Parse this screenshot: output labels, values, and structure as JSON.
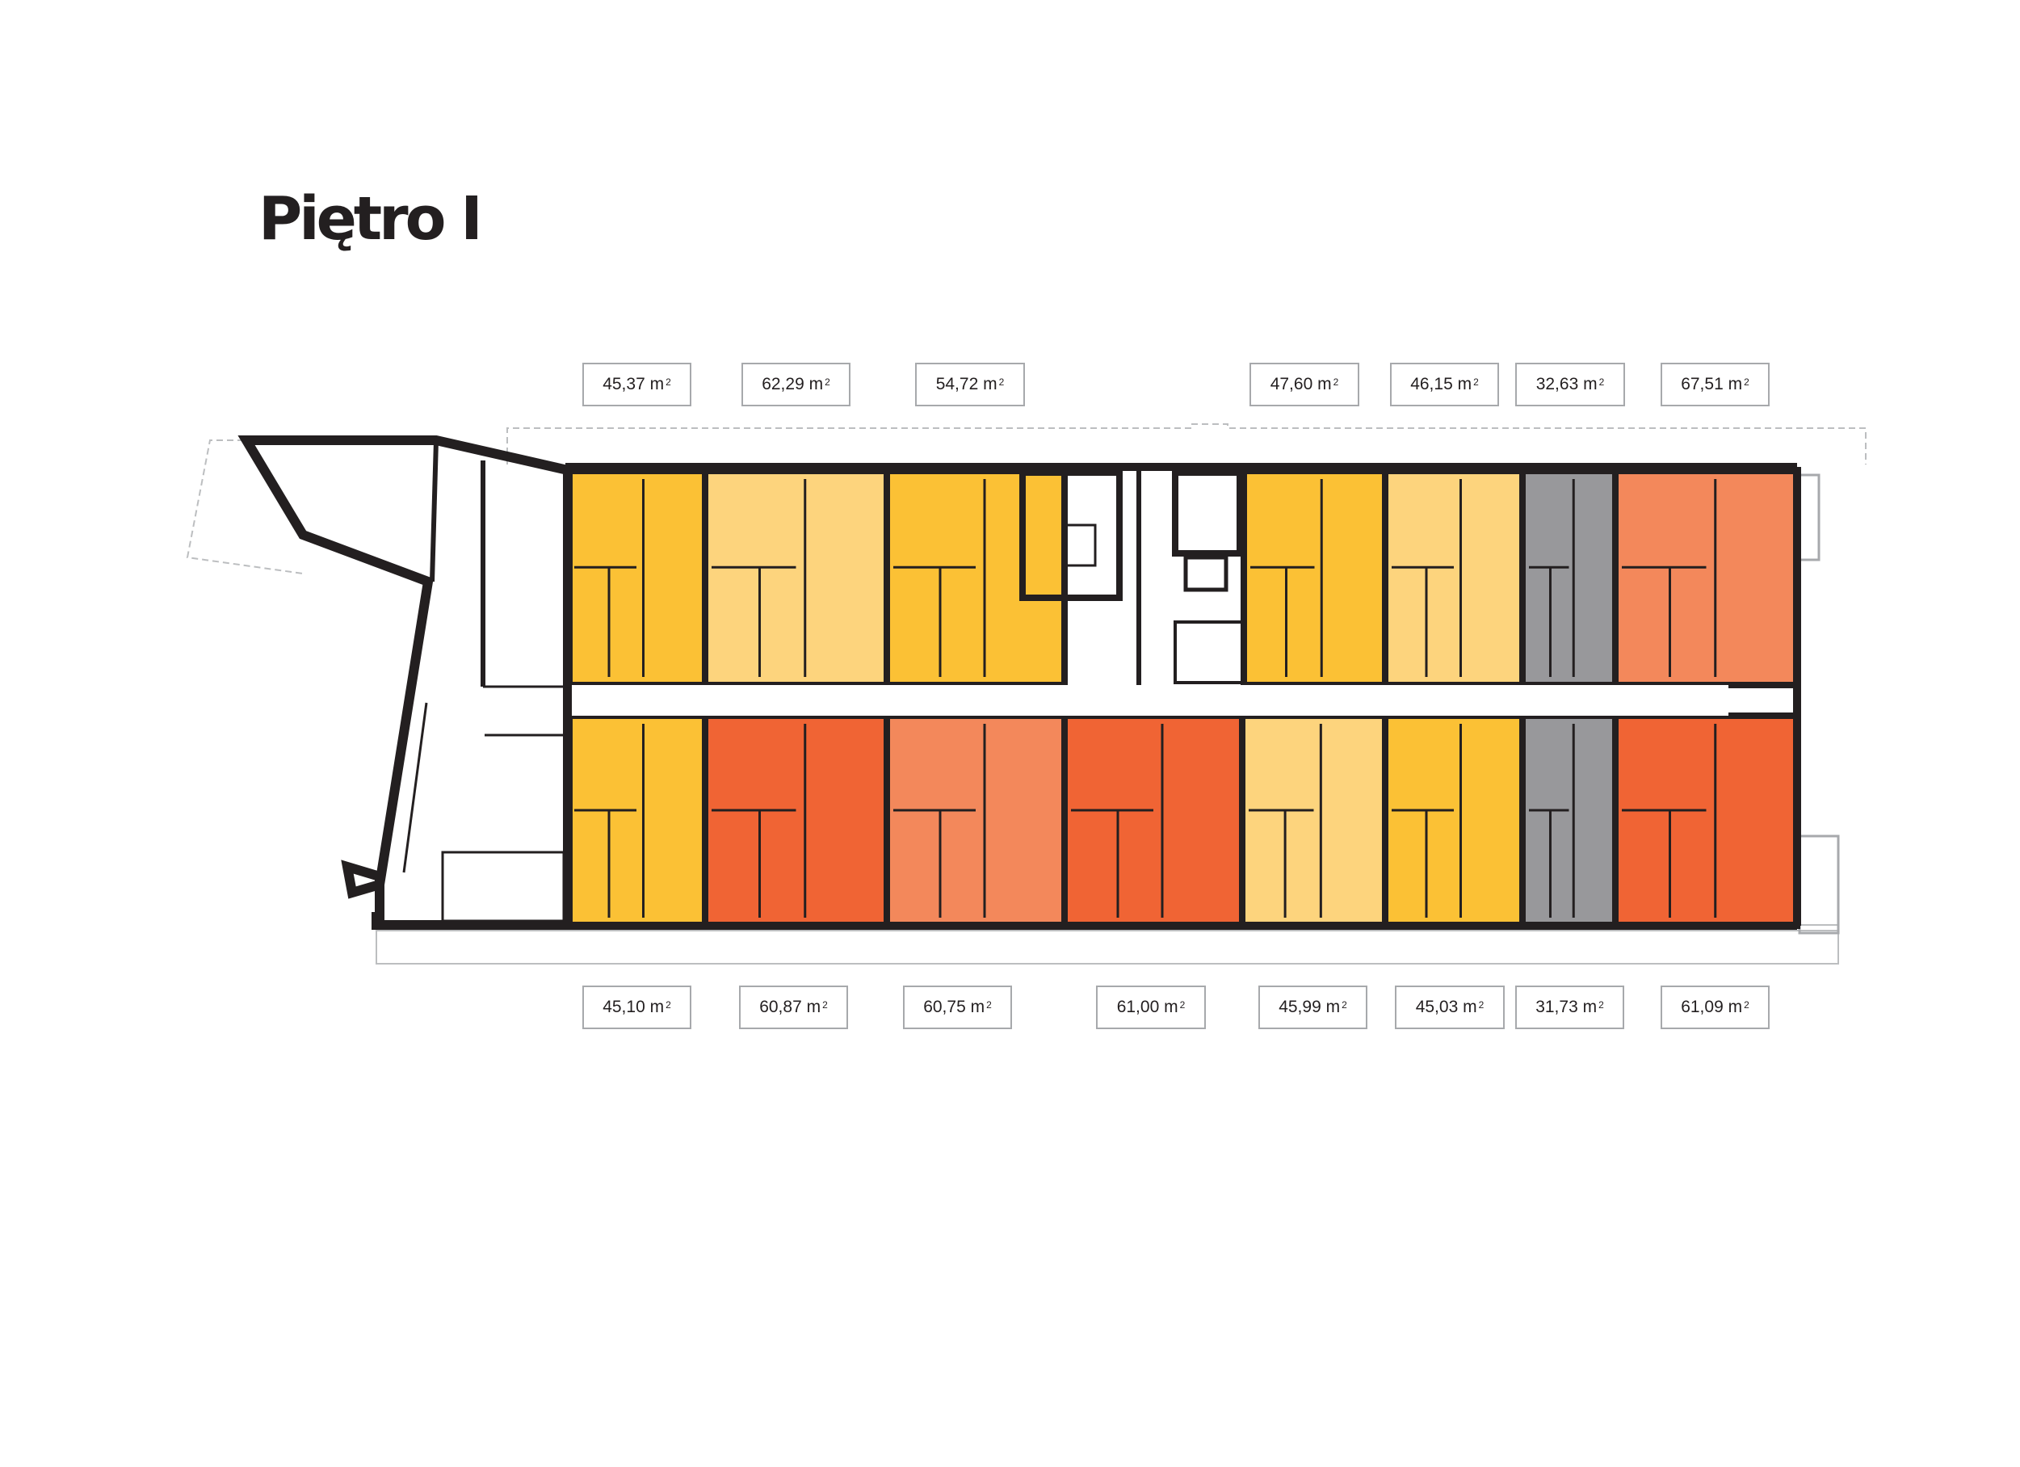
{
  "title": "Piętro I",
  "unit": "m",
  "unit_exponent": "2",
  "colors": {
    "yellow": "#fbc135",
    "light_yellow": "#fdd47d",
    "light_orange": "#f3885b",
    "dark_orange": "#f06434",
    "gray": "#98989b",
    "wall": "#231f20",
    "interior_line": "#231f20",
    "corridor": "#ffffff"
  },
  "top_row": [
    {
      "area": "45,37",
      "color": "yellow"
    },
    {
      "area": "62,29",
      "color": "light_yellow"
    },
    {
      "area": "54,72",
      "color": "yellow"
    },
    {
      "area": "47,60",
      "color": "yellow"
    },
    {
      "area": "46,15",
      "color": "light_yellow"
    },
    {
      "area": "32,63",
      "color": "gray"
    },
    {
      "area": "67,51",
      "color": "light_orange"
    }
  ],
  "bottom_row": [
    {
      "area": "45,10",
      "color": "yellow"
    },
    {
      "area": "60,87",
      "color": "dark_orange"
    },
    {
      "area": "60,75",
      "color": "light_orange"
    },
    {
      "area": "61,00",
      "color": "dark_orange"
    },
    {
      "area": "45,99",
      "color": "light_yellow"
    },
    {
      "area": "45,03",
      "color": "yellow"
    },
    {
      "area": "31,73",
      "color": "gray"
    },
    {
      "area": "61,09",
      "color": "dark_orange"
    }
  ]
}
